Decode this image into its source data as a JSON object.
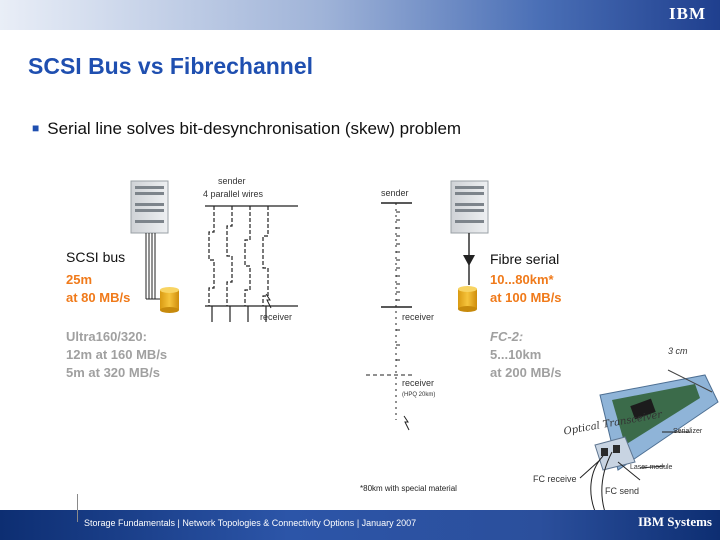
{
  "header": {
    "logo": "IBM"
  },
  "slide": {
    "title": "SCSI Bus vs Fibrechannel",
    "bullet": "Serial line solves bit-desynchronisation (skew) problem"
  },
  "diagram": {
    "sender_parallel": "sender",
    "four_parallel_wires": "4 parallel wires",
    "receiver_parallel": "receiver",
    "sender_serial": "sender",
    "receiver_serial": "receiver",
    "receiver_far": "receiver",
    "hpq_note": "(HPQ 20km)",
    "scsi_bus": "SCSI bus",
    "scsi_distance": "25m",
    "scsi_speed": "at 80 MB/s",
    "ultra_title": "Ultra160/320:",
    "ultra_line1": "12m at 160 MB/s",
    "ultra_line2": "5m at 320 MB/s",
    "fibre_serial": "Fibre serial",
    "fibre_distance": "10...80km*",
    "fibre_speed": "at 100 MB/s",
    "fc2_title": "FC-2:",
    "fc2_line1": "5...10km",
    "fc2_line2": "at 200 MB/s",
    "gbic_size": "3 cm",
    "serializer": "Serializer",
    "laser_module": "Laser module",
    "fc_receive": "FC receive",
    "fc_send": "FC send",
    "brand_script": "Optical Transceiver",
    "footnote": "*80km with special material"
  },
  "footer": {
    "text": "Storage Fundamentals  | Network Topologies & Connectivity Options  |  January 2007",
    "brand": "IBM Systems"
  },
  "colors": {
    "title_blue": "#1f4fb0",
    "orange": "#f07a1a",
    "grey_text": "#a0a0a0",
    "disk_gold": "#f2b524"
  }
}
